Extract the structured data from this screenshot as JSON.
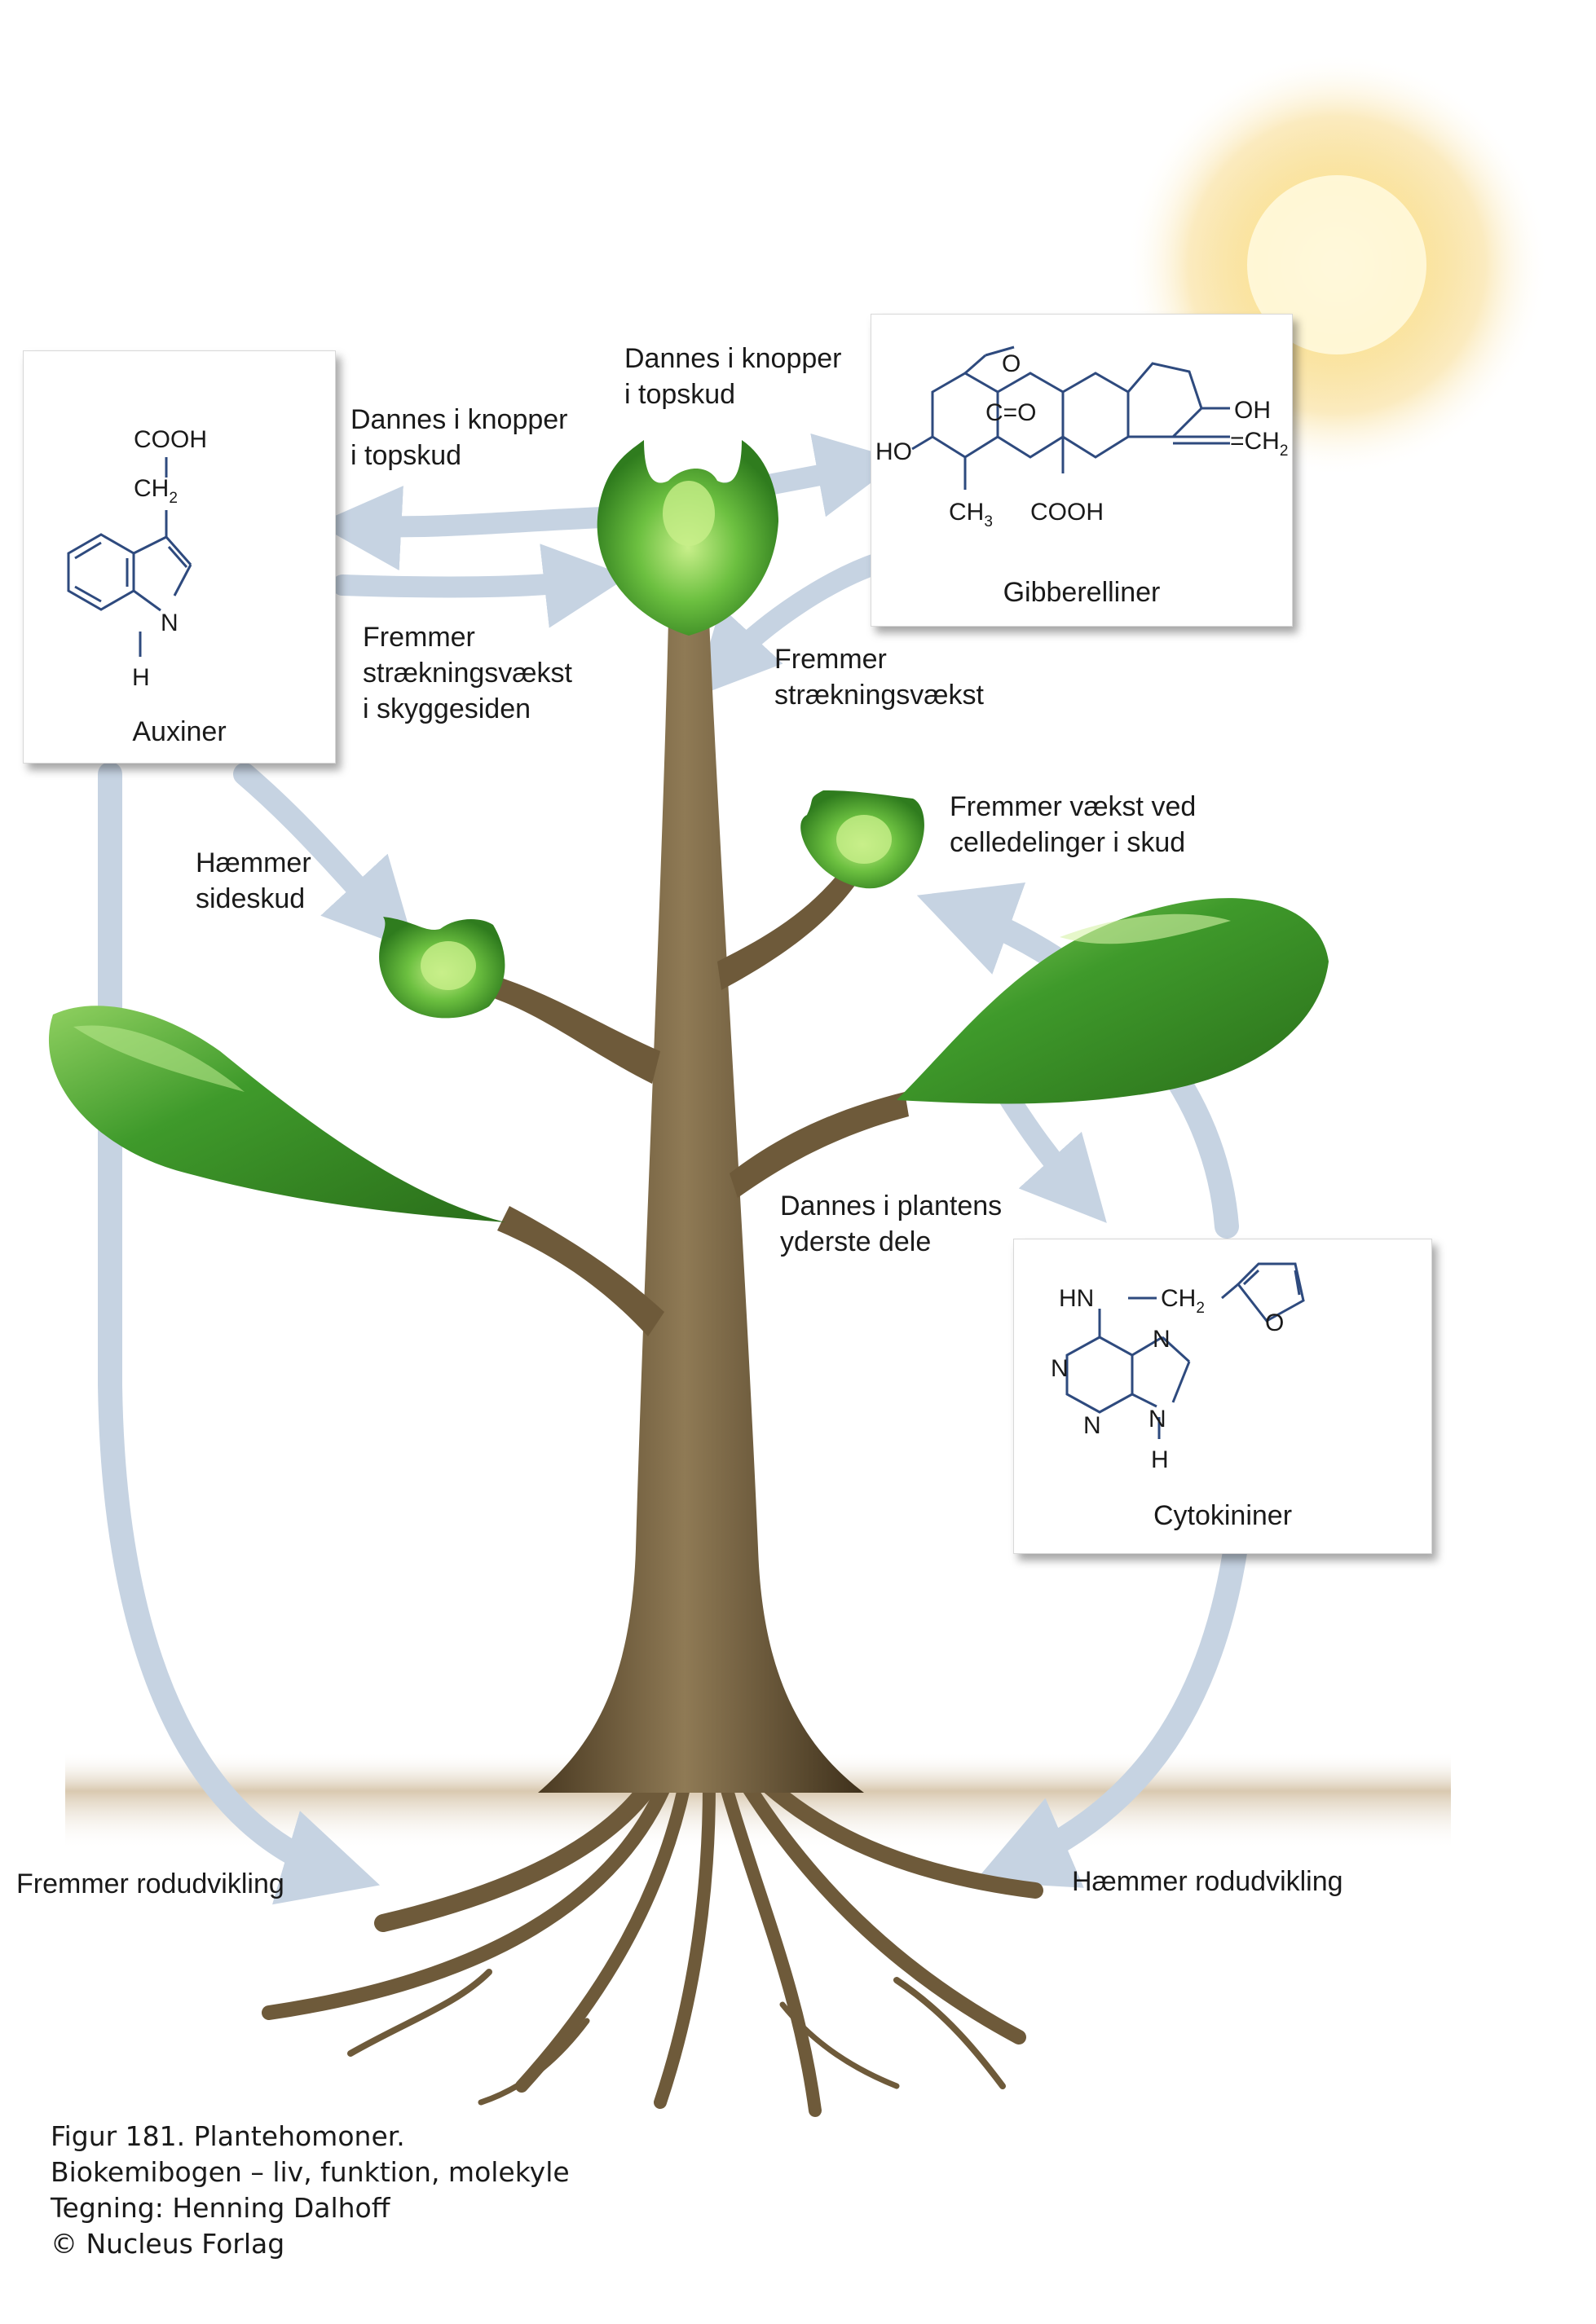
{
  "colors": {
    "leaf": "#3f9a2b",
    "leaf_light": "#8fd060",
    "stem": "#6e5a3a",
    "arrow": "#c6d3e2",
    "bond": "#2e4a7e",
    "sun": "#f5c542"
  },
  "molecules": {
    "auxiner": {
      "name": "Auxiner",
      "cooh": "COOH",
      "ch2": "CH",
      "ch2_sub": "2",
      "n": "N",
      "h": "H"
    },
    "gibberelliner": {
      "name": "Gibberelliner",
      "o_top": "O",
      "co": "C=O",
      "ho": "HO",
      "oh": "OH",
      "ch3": "CH",
      "ch3_sub": "3",
      "cooh": "COOH",
      "ch2": "=CH",
      "ch2_sub": "2"
    },
    "cytokininer": {
      "name": "Cytokininer",
      "hn": "HN",
      "ch2": "CH",
      "ch2_sub": "2",
      "o": "O",
      "n1": "N",
      "n2": "N",
      "n3": "N",
      "n4": "N",
      "h": "H"
    }
  },
  "labels": {
    "auxin_formed": [
      "Dannes i knopper",
      "i topskud"
    ],
    "gib_formed": [
      "Dannes i knopper",
      "i topskud"
    ],
    "auxin_stretch": [
      "Fremmer",
      "strækningsvækst",
      "i skyggesiden"
    ],
    "gib_stretch": [
      "Fremmer",
      "strækningsvækst"
    ],
    "inhibit_side": [
      "Hæmmer",
      "sideskud"
    ],
    "cyto_growth": [
      "Fremmer vækst ved",
      "celledelinger i skud"
    ],
    "cyto_formed": [
      "Dannes i plantens",
      "yderste dele"
    ],
    "promote_root": "Fremmer rodudvikling",
    "inhibit_root": "Hæmmer rodudvikling"
  },
  "caption": [
    "Figur 181. Plantehomoner.",
    "Biokemibogen – liv, funktion, molekyle",
    "Tegning: Henning Dalhoff",
    "© Nucleus Forlag"
  ]
}
